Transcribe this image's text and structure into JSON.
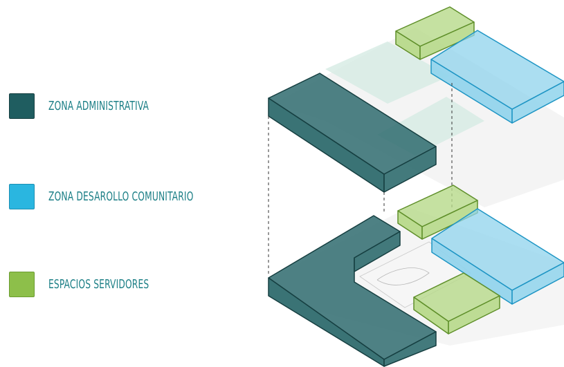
{
  "legend": {
    "items": [
      {
        "label": "ZONA ADMINISTRATIVA",
        "color": "#1f5d60",
        "border": "#163f41",
        "text_color": "#1c7f86"
      },
      {
        "label": "ZONA DESAROLLO COMUNITARIO",
        "color": "#2ab6e0",
        "border": "#1b8fb3",
        "text_color": "#1c7f86"
      },
      {
        "label": "ESPACIOS SERVIDORES",
        "color": "#8dbf4a",
        "border": "#6a9c2f",
        "text_color": "#1c7f86"
      }
    ]
  },
  "colors": {
    "admin_fill": "#2f6b6e",
    "admin_edge": "#163f41",
    "community_fill": "#8fd3ec",
    "community_edge": "#1e95c4",
    "service_fill": "#b7d98a",
    "service_edge": "#5f8f2a",
    "corridor": "#d6ebe4",
    "ground": "#ececec"
  }
}
